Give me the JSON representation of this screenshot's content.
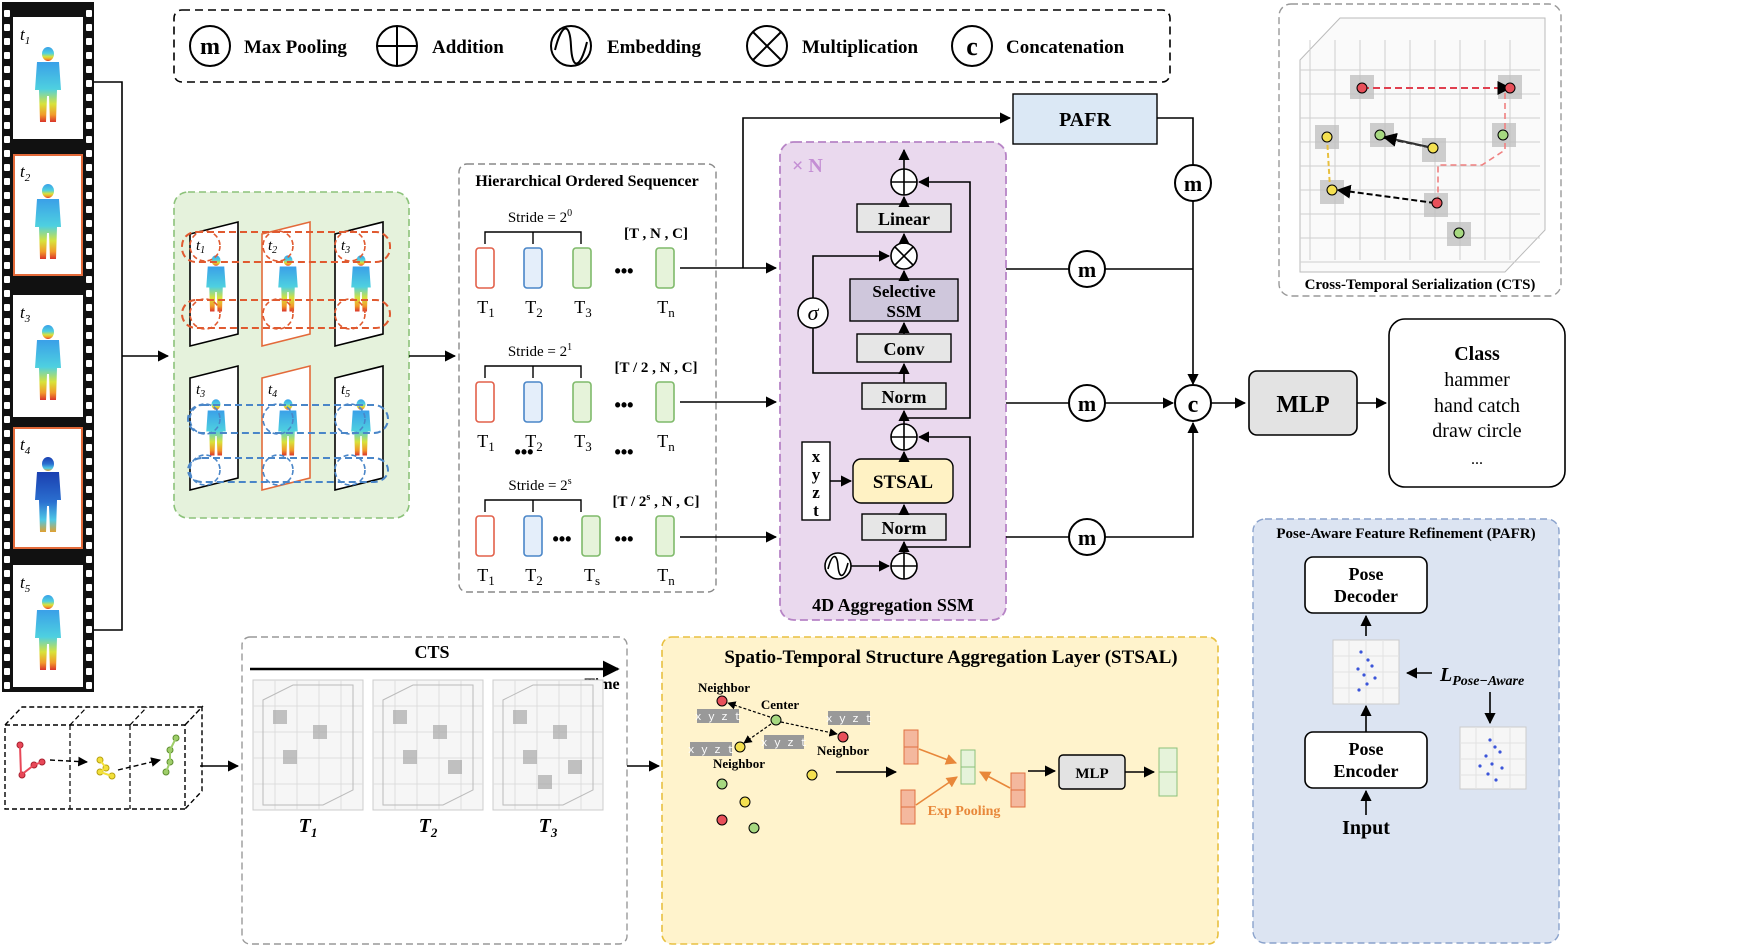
{
  "legend": {
    "max_pooling": {
      "symbol": "m",
      "label": "Max Pooling"
    },
    "addition": {
      "label": "Addition"
    },
    "embedding": {
      "label": "Embedding"
    },
    "multiplication": {
      "label": "Multiplication"
    },
    "concatenation": {
      "symbol": "c",
      "label": "Concatenation"
    }
  },
  "filmstrip": {
    "frames": [
      {
        "label": "t",
        "sub": "1"
      },
      {
        "label": "t",
        "sub": "2"
      },
      {
        "label": "t",
        "sub": "3"
      },
      {
        "label": "t",
        "sub": "4"
      },
      {
        "label": "t",
        "sub": "5"
      }
    ]
  },
  "grouping": {
    "top": [
      {
        "label": "t",
        "sub": "1"
      },
      {
        "label": "t",
        "sub": "2"
      },
      {
        "label": "t",
        "sub": "3"
      }
    ],
    "bottom": [
      {
        "label": "t",
        "sub": "3"
      },
      {
        "label": "t",
        "sub": "4"
      },
      {
        "label": "t",
        "sub": "5"
      }
    ]
  },
  "sequencer": {
    "title": "Hierarchical Ordered Sequencer",
    "rows": [
      {
        "stride": "Stride = 2",
        "exp": "0",
        "shape": "[T , N , C]",
        "labels": [
          "T1",
          "T2",
          "T3",
          "Tn"
        ]
      },
      {
        "stride": "Stride = 2",
        "exp": "1",
        "shape": "[T / 2 , N , C]",
        "labels": [
          "T1",
          "T2",
          "T3",
          "Tn"
        ]
      },
      {
        "stride": "Stride = 2",
        "exp": "s",
        "shape_pre": "[T / 2",
        "shape_exp": "s",
        "shape_post": " , N , C]",
        "labels": [
          "T1",
          "T2",
          "Ts",
          "Tn"
        ]
      }
    ],
    "dots": "•••"
  },
  "ssm": {
    "repeat": "× N",
    "linear": "Linear",
    "selective": "Selective",
    "selective2": "SSM",
    "conv": "Conv",
    "norm": "Norm",
    "stsal": "STSAL",
    "sigma": "σ",
    "coords": [
      "x",
      "y",
      "z",
      "t"
    ],
    "caption": "4D Aggregation SSM"
  },
  "pafr_box": "PAFR",
  "mlp": "MLP",
  "classes": {
    "title": "Class",
    "items": [
      "hammer",
      "hand catch",
      "draw circle",
      "..."
    ]
  },
  "cts_panel": {
    "caption": "Cross-Temporal Serialization (CTS)"
  },
  "pafr_panel": {
    "title": "Pose-Aware Feature Refinement (PAFR)",
    "decoder": [
      "Pose",
      "Decoder"
    ],
    "encoder": [
      "Pose",
      "Encoder"
    ],
    "input": "Input",
    "loss": "L",
    "loss_sub": "Pose−Aware"
  },
  "cts_strip": {
    "title": "CTS",
    "time": "Time",
    "labels": [
      "T1",
      "T2",
      "T3"
    ]
  },
  "stsal_panel": {
    "title": "Spatio-Temporal Structure Aggregation Layer (STSAL)",
    "neighbor": "Neighbor",
    "center": "Center",
    "coord_tag": "x y z t",
    "mlp": "MLP",
    "exp_pooling": "Exp Pooling"
  },
  "colors": {
    "red_token": "#e2604a",
    "blue_token": "#4a86c8",
    "green_token": "#7fba6a",
    "ssm_bg": "#ead9ee",
    "ssm_border": "#b784c6",
    "grouping_bg": "#e5f2dc",
    "stsal_bg": "#fff3cc",
    "pafr_bg": "#dce4f2",
    "pafr_box": "#dbe8f5"
  }
}
